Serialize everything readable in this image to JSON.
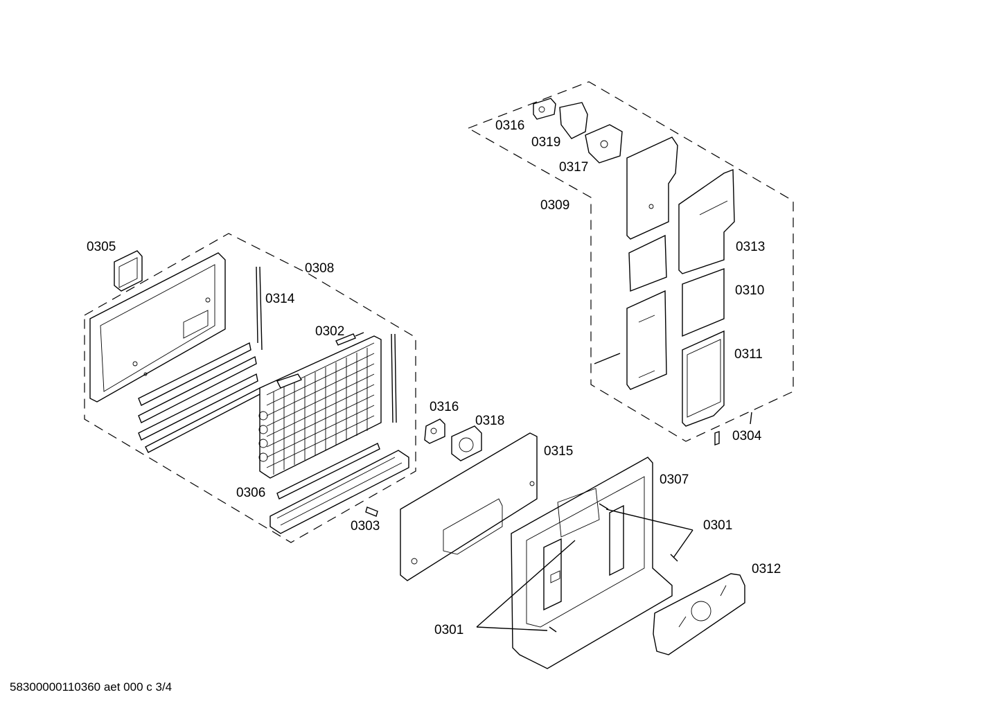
{
  "diagram": {
    "labels": {
      "p0305": "0305",
      "p0308": "0308",
      "p0314": "0314",
      "p0302": "0302",
      "p0306": "0306",
      "p0303": "0303",
      "p0316a": "0316",
      "p0318": "0318",
      "p0315": "0315",
      "p0307": "0307",
      "p0301a": "0301",
      "p0301b": "0301",
      "p0312": "0312",
      "p0316b": "0316",
      "p0319": "0319",
      "p0317": "0317",
      "p0309": "0309",
      "p0313": "0313",
      "p0310": "0310",
      "p0311": "0311",
      "p0304": "0304"
    },
    "footer": "58300000110360 aet 000 c 3/4"
  }
}
